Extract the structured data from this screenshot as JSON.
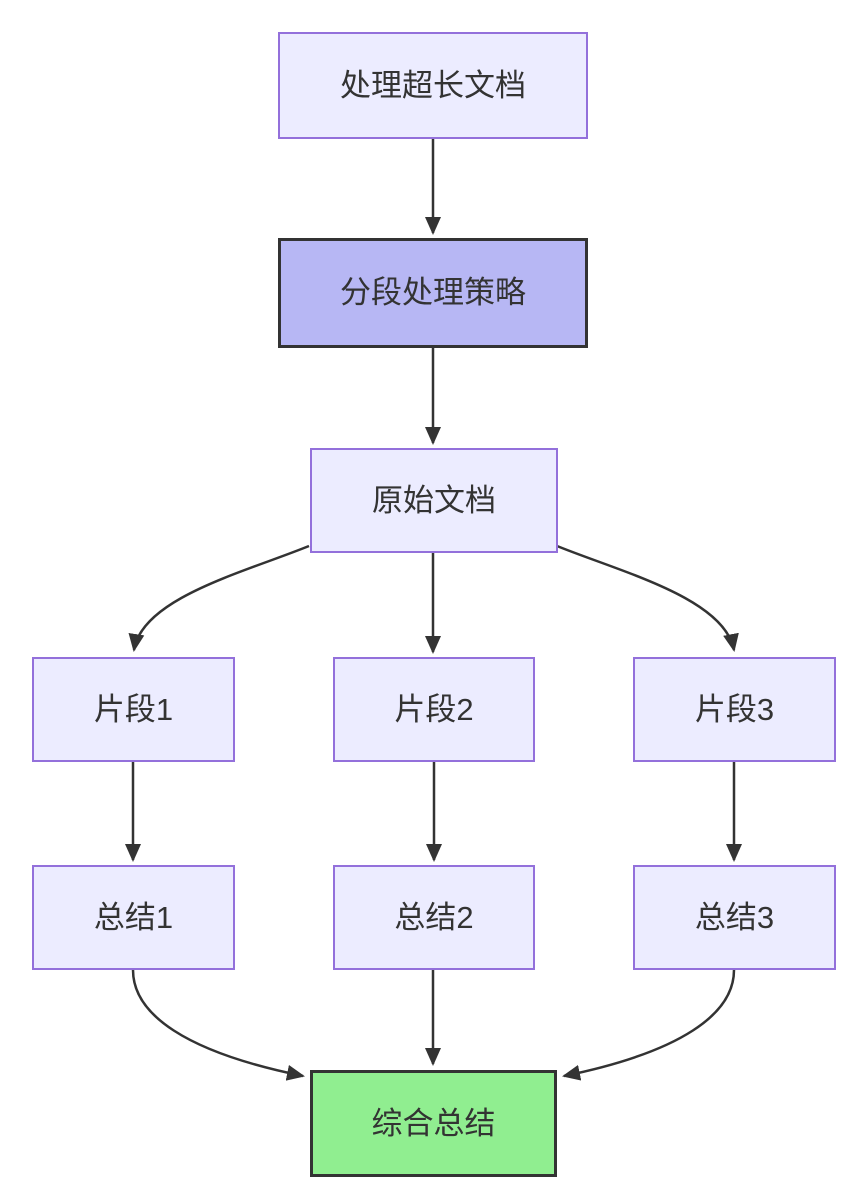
{
  "diagram": {
    "type": "flowchart-top-down",
    "background": "#ffffff",
    "colors": {
      "node_fill": "#ECECFF",
      "node_border": "#9370DB",
      "emphasis_fill": "#b7b7f4",
      "emphasis_border": "#333333",
      "success_fill": "#90EE90",
      "success_border": "#333333",
      "edge": "#333333",
      "text": "#333333"
    },
    "nodes": [
      {
        "id": "A",
        "label": "处理超长文档",
        "style": "light"
      },
      {
        "id": "B",
        "label": "分段处理策略",
        "style": "emphasis"
      },
      {
        "id": "C",
        "label": "原始文档",
        "style": "light"
      },
      {
        "id": "D1",
        "label": "片段1",
        "style": "light"
      },
      {
        "id": "D2",
        "label": "片段2",
        "style": "light"
      },
      {
        "id": "D3",
        "label": "片段3",
        "style": "light"
      },
      {
        "id": "S1",
        "label": "总结1",
        "style": "light"
      },
      {
        "id": "S2",
        "label": "总结2",
        "style": "light"
      },
      {
        "id": "S3",
        "label": "总结3",
        "style": "light"
      },
      {
        "id": "F",
        "label": "综合总结",
        "style": "success"
      }
    ],
    "edges": [
      {
        "from": "处理超长文档",
        "to": "分段处理策略"
      },
      {
        "from": "分段处理策略",
        "to": "原始文档"
      },
      {
        "from": "原始文档",
        "to": "片段1"
      },
      {
        "from": "原始文档",
        "to": "片段2"
      },
      {
        "from": "原始文档",
        "to": "片段3"
      },
      {
        "from": "片段1",
        "to": "总结1"
      },
      {
        "from": "片段2",
        "to": "总结2"
      },
      {
        "from": "片段3",
        "to": "总结3"
      },
      {
        "from": "总结1",
        "to": "综合总结"
      },
      {
        "from": "总结2",
        "to": "综合总结"
      },
      {
        "from": "总结3",
        "to": "综合总结"
      }
    ]
  }
}
